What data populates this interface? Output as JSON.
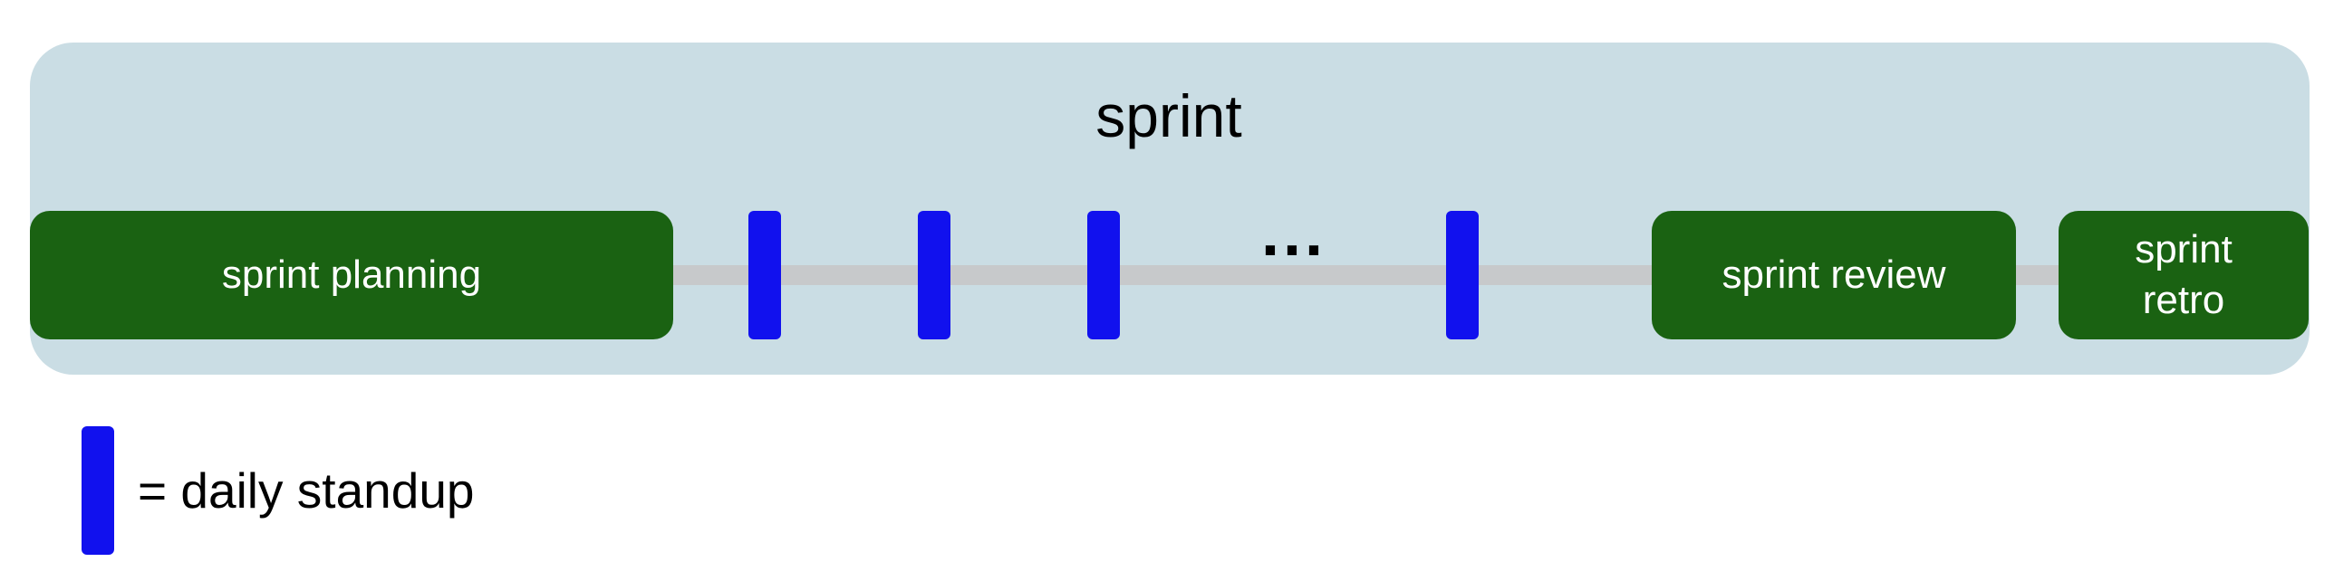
{
  "diagram": {
    "title": "sprint",
    "blocks": {
      "planning": "sprint planning",
      "review": "sprint review",
      "retro_line1": "sprint",
      "retro_line2": "retro"
    },
    "ellipsis": "...",
    "standup_count_shown": 4
  },
  "legend": {
    "label": "= daily standup"
  },
  "colors": {
    "container_background": "#cadde4",
    "ceremony_block": "#1a6212",
    "standup_marker": "#1111ee",
    "timeline": "#c7c9cb"
  }
}
